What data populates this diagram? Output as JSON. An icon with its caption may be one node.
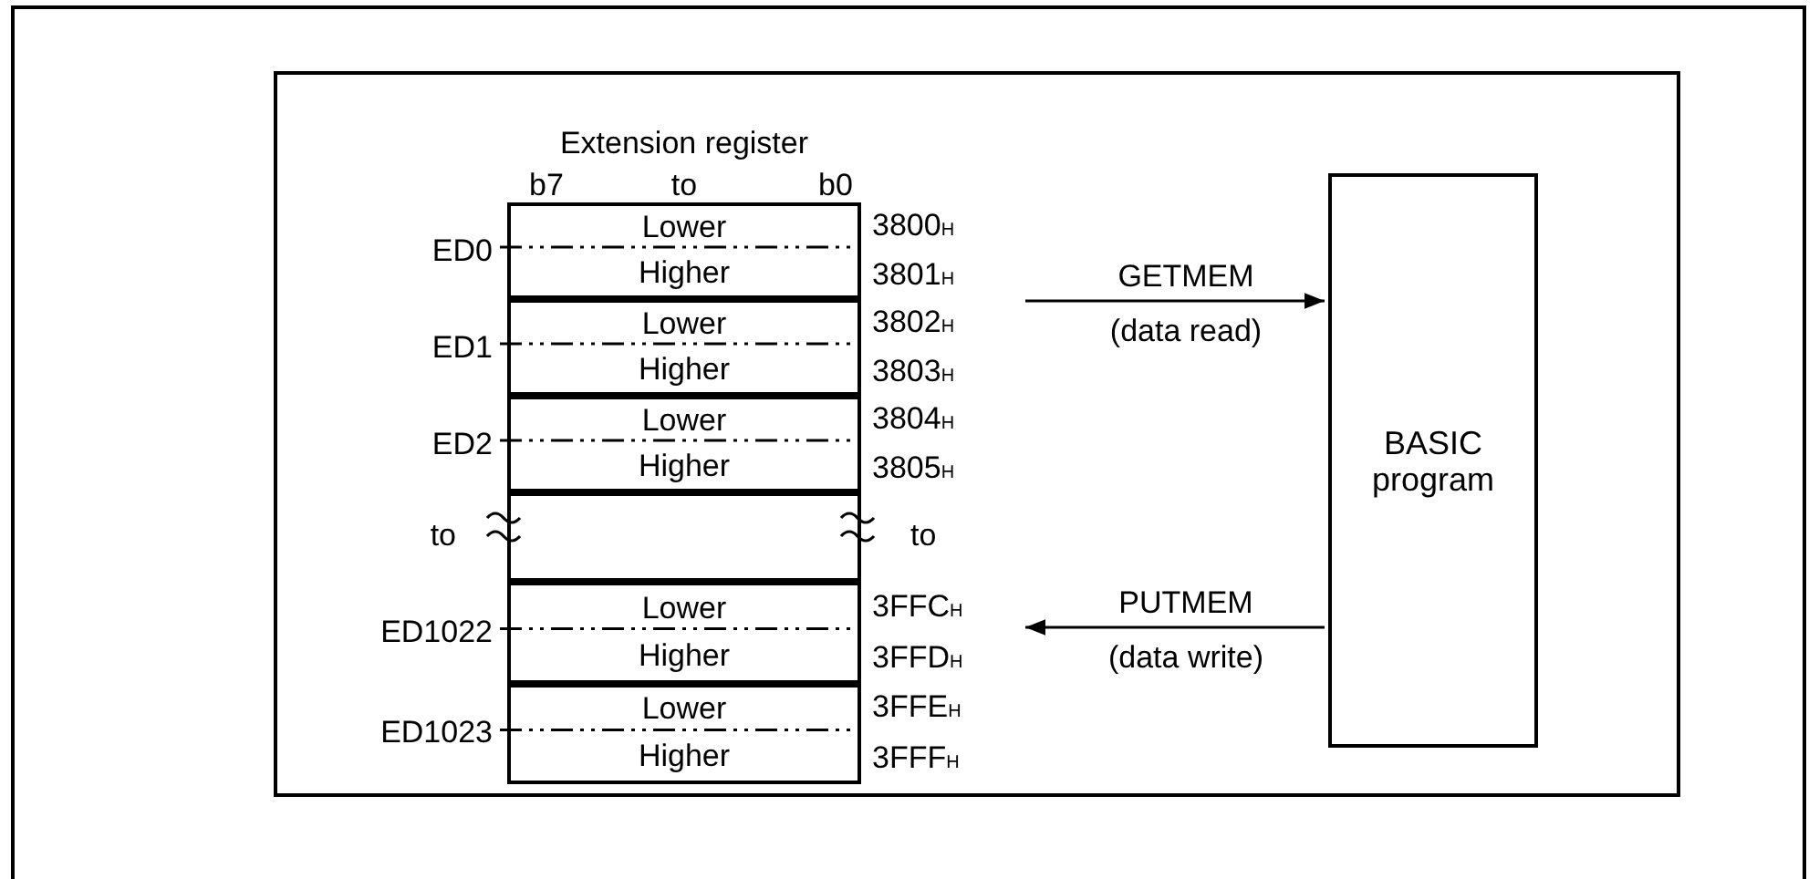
{
  "diagram": {
    "nodes": [
      {
        "text": [],
        "shape": "box"
      },
      {
        "text": [
          "Extension register"
        ],
        "in": 0
      },
      {
        "text": [
          "Lower"
        ],
        "in": 1,
        "beside": [
          "3800$_{H}$"
        ]
      },
      {
        "text": [
          "Higher"
        ],
        "in": 1,
        "beside": [
          "3801$_{H}$"
        ]
      },
      {
        "text": [
          "Lower"
        ],
        "in": 1,
        "beside": [
          "3802$_{H}$"
        ]
      },
      {
        "text": [
          "Higher"
        ],
        "in": 1,
        "beside": [
          "3803$_{H}$"
        ]
      },
      {
        "text": [
          "Lower"
        ],
        "in": 1,
        "beside": [
          "3804$_{H}$"
        ]
      },
      {
        "text": [
          "Higher"
        ],
        "in": 1,
        "beside": [
          "3805$_{H}$"
        ]
      },
      {
        "text": [],
        "shape": "box",
        "in": 1
      },
      {
        "text": [
          "Lower"
        ],
        "in": 1,
        "beside": [
          "3FFC$_{H}$"
        ]
      },
      {
        "text": [
          "Higher"
        ],
        "in": 1,
        "beside": [
          "3FFD$_{H}$"
        ]
      },
      {
        "text": [
          "Lower"
        ],
        "in": 1,
        "beside": [
          "3FFE$_{H}$"
        ]
      },
      {
        "text": [
          "Higher"
        ],
        "in": 1,
        "beside": [
          "3FFF$_{H}$"
        ]
      },
      {
        "text": [
          "BASIC program"
        ],
        "in": 0
      }
    ],
    "edges": [
      {
        "from": 1,
        "to": 13,
        "arrow": "to",
        "label": "GETMEM (data read)"
      },
      {
        "from": 13,
        "to": 1,
        "arrow": "to",
        "label": "PUTMEM (data write)"
      }
    ],
    "labels": [
      "b7",
      "to",
      "b0",
      "ED0",
      "ED1",
      "ED2",
      "to",
      "to",
      "ED1022",
      "ED1023"
    ]
  }
}
